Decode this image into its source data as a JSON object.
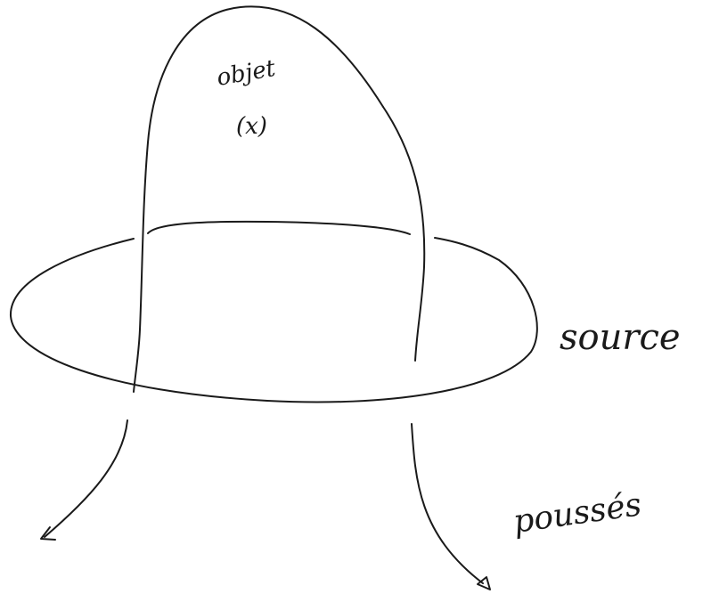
{
  "diagram": {
    "labels": {
      "object": "objet",
      "object_var": "(x)",
      "source": "source",
      "push": "poussés"
    },
    "ink_color": "#1a1a1a",
    "background_color": "#ffffff"
  }
}
